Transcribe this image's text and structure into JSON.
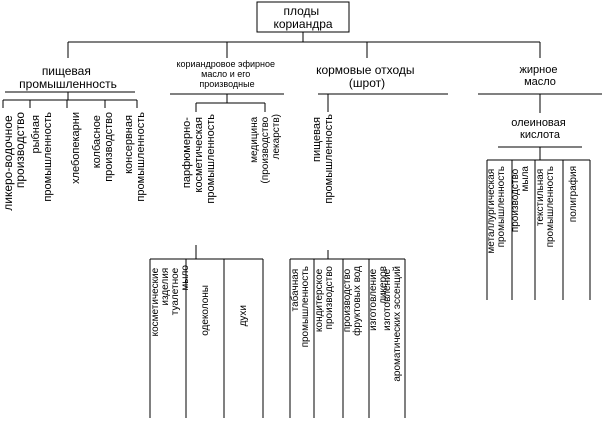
{
  "root": [
    "плоды",
    "кориандра"
  ],
  "categories": {
    "food_industry": [
      "пищевая",
      "промышленность"
    ],
    "essential_oil": [
      "кориандровое эфирное",
      "масло и его",
      "производные"
    ],
    "feed_waste": [
      "кормовые отходы",
      "(шрот)"
    ],
    "fatty_oil": [
      "жирное",
      "масло"
    ]
  },
  "food_industry_items": [
    [
      "ликеро-водочное",
      "производство"
    ],
    [
      "рыбная",
      "промышленность"
    ],
    [
      "хлебопекарни"
    ],
    [
      "колбасное",
      "производство"
    ],
    [
      "консервная",
      "промышленность"
    ]
  ],
  "essential_oil_items": {
    "perfumery": [
      "парфюмерно-",
      "косметическая",
      "промышленность"
    ],
    "medicine": [
      "медицина",
      "(производство",
      "лекарств)"
    ]
  },
  "perfumery_items": [
    [
      "косметические",
      "изделия",
      "туалетное",
      "мыло"
    ],
    [
      "одеколоны"
    ],
    [
      "духи"
    ]
  ],
  "feed_items": {
    "food": [
      "пищевая",
      "промышленность"
    ]
  },
  "feed_food_items": [
    [
      "табачная",
      "промышленность"
    ],
    [
      "кондитерское",
      "производство"
    ],
    [
      "производство",
      "фруктовых вод"
    ],
    [
      "изготовление",
      "ликеров"
    ],
    [
      "изготовление",
      "ароматических эссенций"
    ]
  ],
  "fatty_oil_items": {
    "oleic": [
      "олеиновая",
      "кислота"
    ]
  },
  "oleic_items": [
    [
      "металлургическая",
      "промышленность"
    ],
    [
      "производство",
      "мыла"
    ],
    [
      "текстильная",
      "промышленность"
    ],
    [
      "полиграфия"
    ]
  ]
}
